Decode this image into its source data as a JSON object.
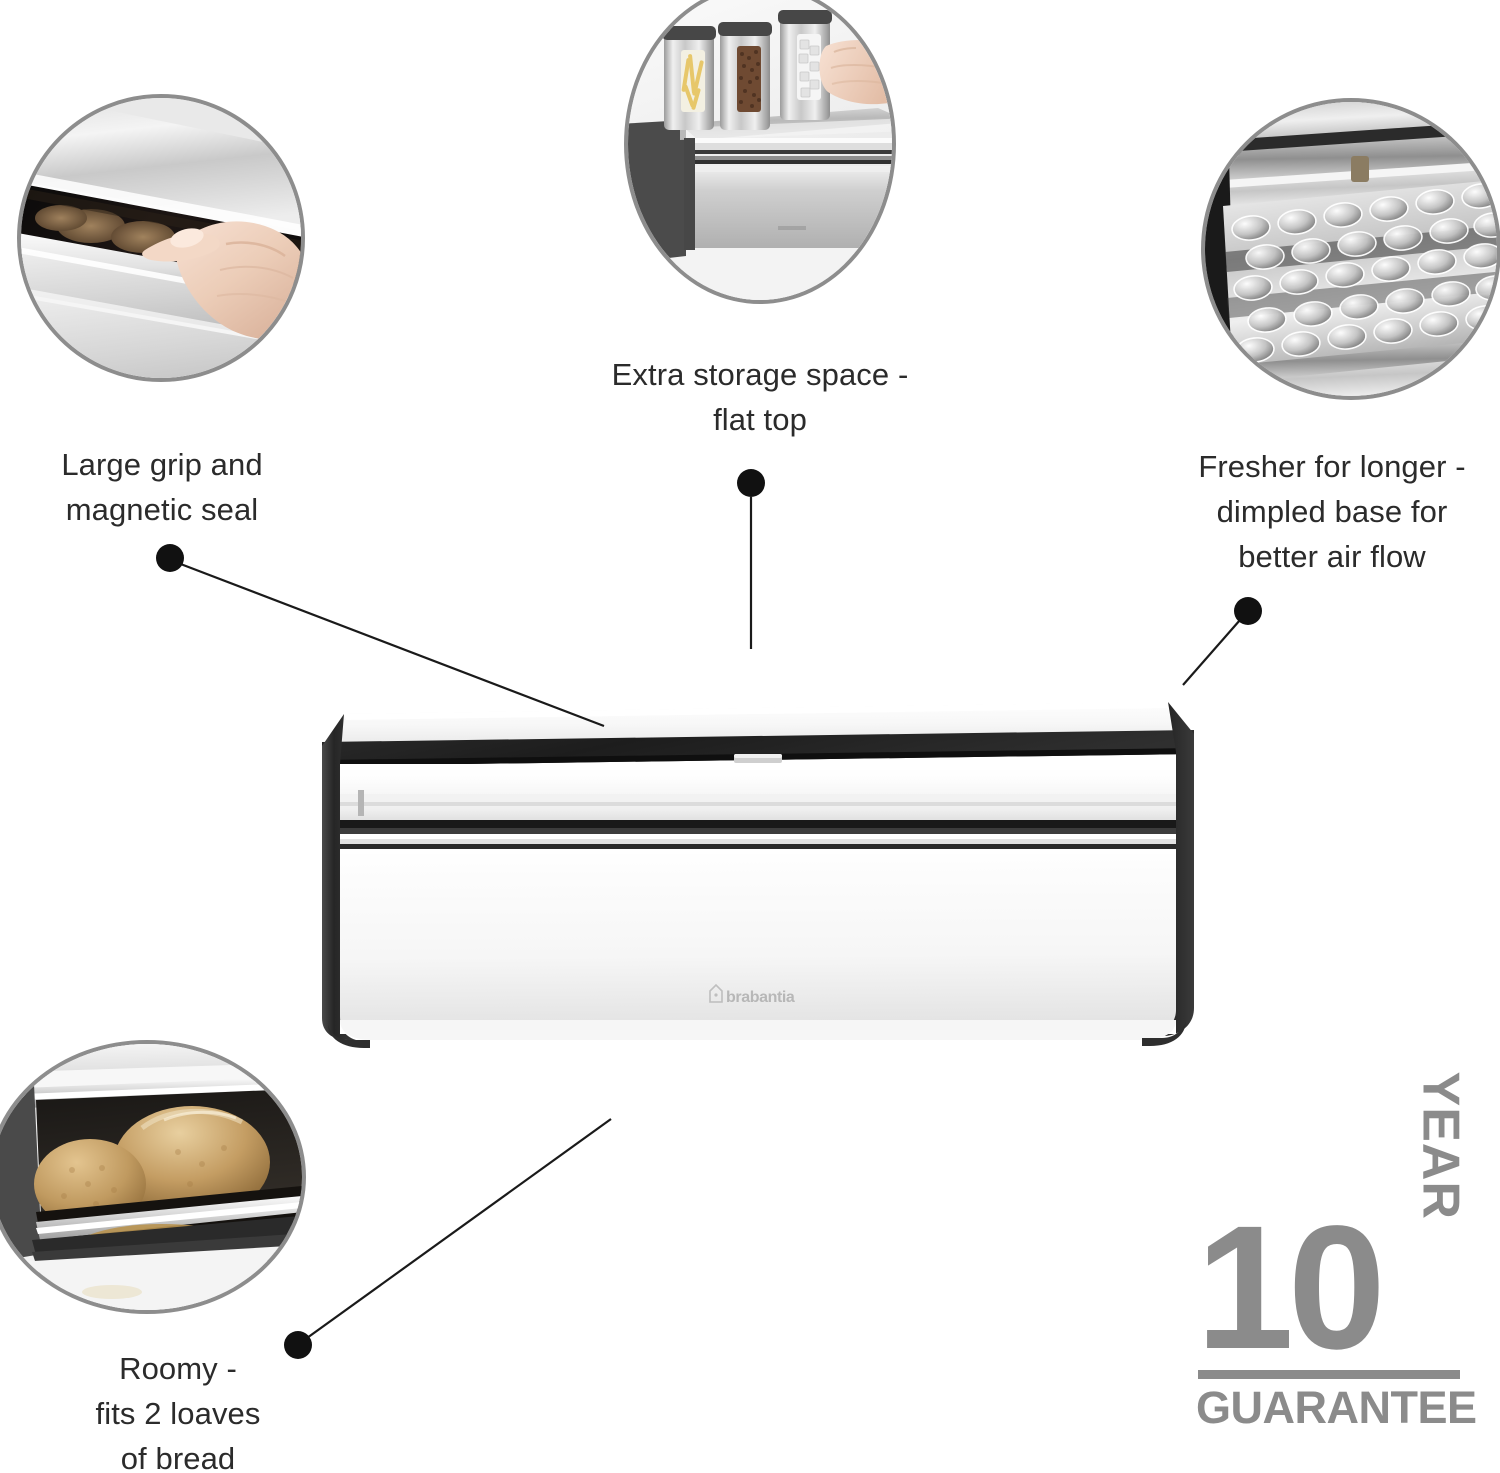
{
  "page": {
    "background": "#ffffff",
    "text_color": "#2b2b2b",
    "circle_border_color": "#8d8d8d",
    "leader_color": "#1a1a1a",
    "badge_color": "#8b8b8b"
  },
  "callouts": [
    {
      "id": "large-grip",
      "caption": "Large grip and\nmagnetic seal",
      "photo_alt": "hand gripping the lid edge of a stainless steel bread bin"
    },
    {
      "id": "flat-top",
      "caption": "Extra storage space -\nflat top",
      "photo_alt": "three stainless steel storage canisters standing on the flat top of the bread bin"
    },
    {
      "id": "dimpled-base",
      "caption": "Fresher for longer -\ndimpled base for\nbetter air flow",
      "photo_alt": "close up of the dimpled stainless steel base inside the bread bin"
    },
    {
      "id": "roomy",
      "caption": "Roomy -\nfits 2 loaves\nof bread",
      "photo_alt": "two round crusty loaves of bread inside the open bread bin"
    }
  ],
  "product": {
    "name": "bread-bin",
    "brand": "brabantia",
    "finish": "brilliant steel",
    "trim_color": "#2e2e2e"
  },
  "badge": {
    "number": "10",
    "year_label": "YEAR",
    "guarantee_label": "GUARANTEE"
  }
}
